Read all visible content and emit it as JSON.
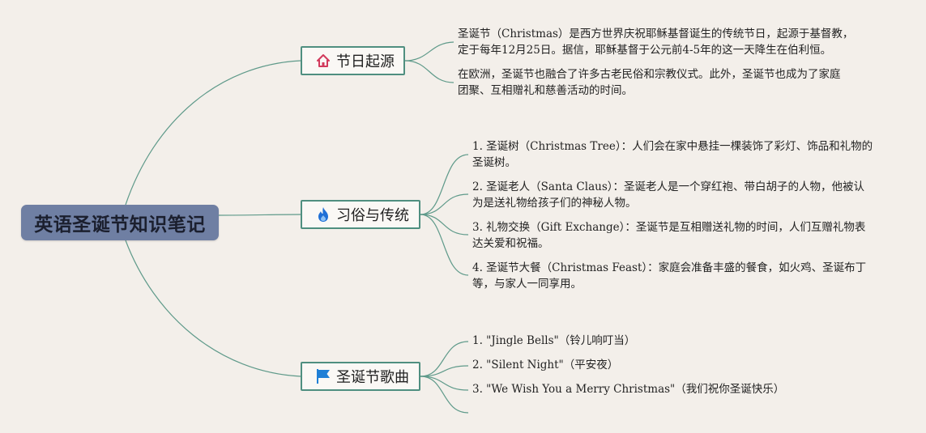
{
  "root": {
    "label": "英语圣诞节知识笔记"
  },
  "branches": [
    {
      "label": "节日起源",
      "icon": "home-icon",
      "leaves": [
        {
          "lines": [
            "圣诞节（Christmas）是西方世界庆祝耶稣基督诞生的传统节日，起源于基督教，",
            "定于每年12月25日。据信，耶稣基督于公元前4-5年的这一天降生在伯利恒。"
          ]
        },
        {
          "lines": [
            "在欧洲，圣诞节也融合了许多古老民俗和宗教仪式。此外，圣诞节也成为了家庭",
            "团聚、互相赠礼和慈善活动的时间。"
          ]
        }
      ]
    },
    {
      "label": "习俗与传统",
      "icon": "fire-icon",
      "leaves": [
        {
          "lines": [
            "1. 圣诞树（Christmas Tree）：人们会在家中悬挂一棵装饰了彩灯、饰品和礼物的",
            "圣诞树。"
          ]
        },
        {
          "lines": [
            "2. 圣诞老人（Santa Claus）：圣诞老人是一个穿红袍、带白胡子的人物，他被认",
            "为是送礼物给孩子们的神秘人物。"
          ]
        },
        {
          "lines": [
            "3. 礼物交换（Gift Exchange）：圣诞节是互相赠送礼物的时间，人们互赠礼物表",
            "达关爱和祝福。"
          ]
        },
        {
          "lines": [
            "4. 圣诞节大餐（Christmas Feast）：家庭会准备丰盛的餐食，如火鸡、圣诞布丁",
            "等，与家人一同享用。"
          ]
        }
      ]
    },
    {
      "label": "圣诞节歌曲",
      "icon": "flag-icon",
      "leaves": [
        {
          "lines": [
            "1. \"Jingle Bells\"（铃儿响叮当）"
          ]
        },
        {
          "lines": [
            "2. \"Silent Night\"（平安夜）"
          ]
        },
        {
          "lines": [
            "3. \"We Wish You a Merry Christmas\"（我们祝你圣诞快乐）"
          ]
        }
      ]
    }
  ],
  "colors": {
    "background": "#f3efea",
    "root_fill": "#6f7fa3",
    "branch_border": "#4f8f80",
    "connector": "#5f9a8a",
    "home_icon": "#d23a5c",
    "fire_icon": "#1f6fd6",
    "flag_icon": "#1f7fd6"
  }
}
